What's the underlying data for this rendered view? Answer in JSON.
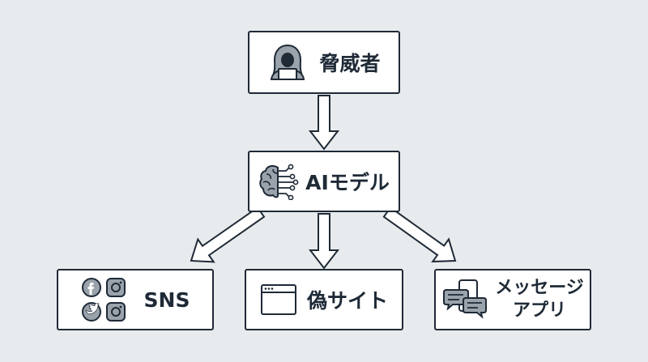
{
  "colors": {
    "background": "#e8ebed",
    "stroke": "#1f2a37",
    "node_fill": "#ffffff",
    "arrow_fill": "#ffffff",
    "icon_fill": "#9aa3ab"
  },
  "nodes": {
    "threat_actor": {
      "label": "脅威者",
      "icon": "hooded-hacker-icon"
    },
    "ai_model": {
      "label": "AIモデル",
      "icon": "ai-brain-icon"
    },
    "sns": {
      "label": "SNS",
      "icon": "social-media-icons"
    },
    "fake_site": {
      "label": "偽サイト",
      "icon": "browser-window-icon"
    },
    "messaging_app": {
      "label": "メッセージ\nアプリ",
      "icon": "chat-bubbles-icon"
    }
  },
  "edges": [
    {
      "from": "threat_actor",
      "to": "ai_model"
    },
    {
      "from": "ai_model",
      "to": "sns"
    },
    {
      "from": "ai_model",
      "to": "fake_site"
    },
    {
      "from": "ai_model",
      "to": "messaging_app"
    }
  ]
}
